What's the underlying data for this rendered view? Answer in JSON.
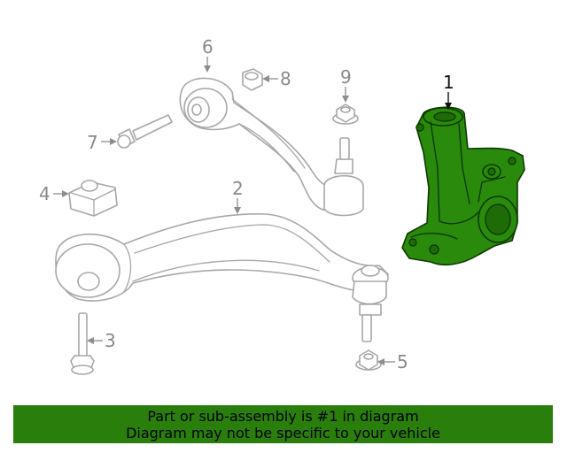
{
  "diagram": {
    "callouts": [
      "1",
      "2",
      "3",
      "4",
      "5",
      "6",
      "7",
      "8",
      "9"
    ],
    "highlighted_part": "1",
    "colors": {
      "highlight_fill": "#2a8a0c",
      "highlight_stroke": "#0e3a02",
      "part_stroke": "#a7a7a7",
      "callout_text": "#8a8a8a"
    }
  },
  "notice": {
    "line1": "Part or sub-assembly is #1 in diagram",
    "line2": "Diagram may not be specific to your vehicle",
    "background": "#2a7f0c"
  }
}
